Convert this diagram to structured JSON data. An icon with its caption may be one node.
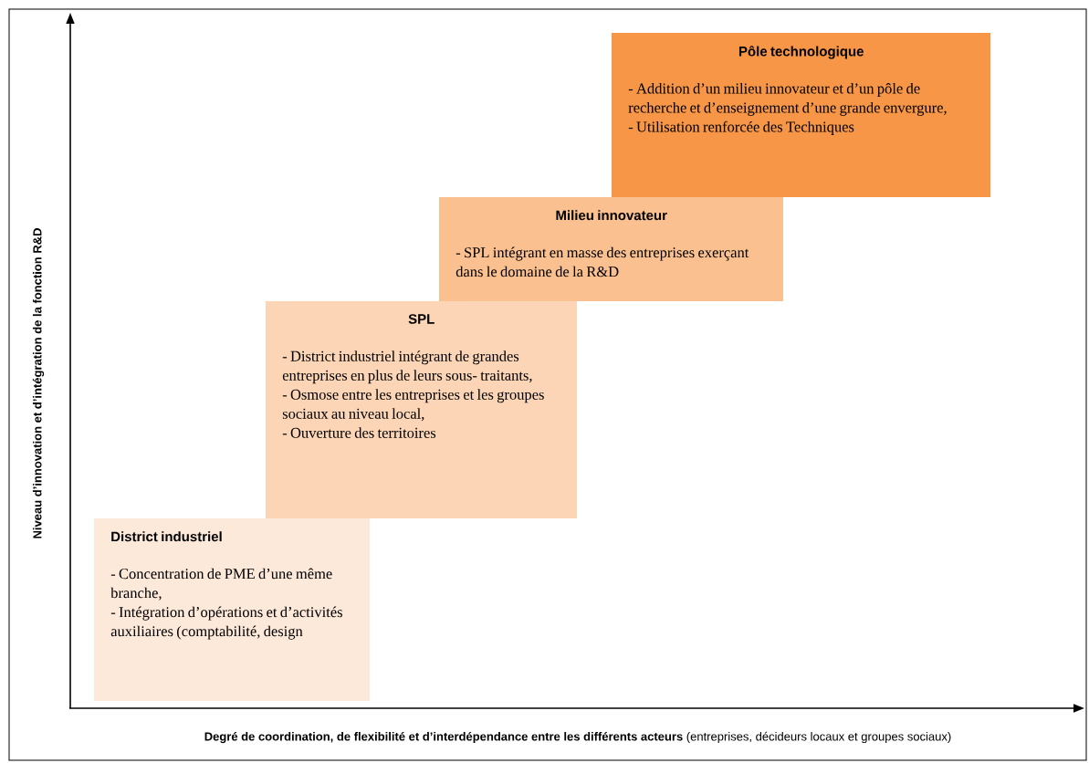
{
  "diagram": {
    "nodes": [
      {
        "text": [
          "Pôle technologique",
          "- Addition d’un milieu innovateur et d’un pôle de recherche et d’enseignement d’une grande envergure,",
          "- Utilisation renforcée des Techniques"
        ]
      },
      {
        "text": [
          "Milieu innovateur",
          "- SPL intégrant en masse des entreprises exerçant dans le domaine de la R&D"
        ]
      },
      {
        "text": [
          "SPL",
          "- District industriel intégrant de grandes entreprises en plus de leurs sous- traitants,",
          "- Osmose entre les entreprises et les groupes sociaux au niveau local,",
          "- Ouverture des territoires"
        ]
      },
      {
        "text": [
          "District industriel",
          "- Concentration de PME d’une même branche,",
          "- Intégration d’opérations et d’activités auxiliaires (comptabilité, design"
        ]
      }
    ],
    "edges": [],
    "labels": [
      "Niveau d’innovation et d’intégration de la fonction R&D",
      "**Degré de coordination, de flexibilité et d’interdépendance entre les différents acteurs** (entreprises, décideurs locaux et groupes sociaux)"
    ]
  }
}
